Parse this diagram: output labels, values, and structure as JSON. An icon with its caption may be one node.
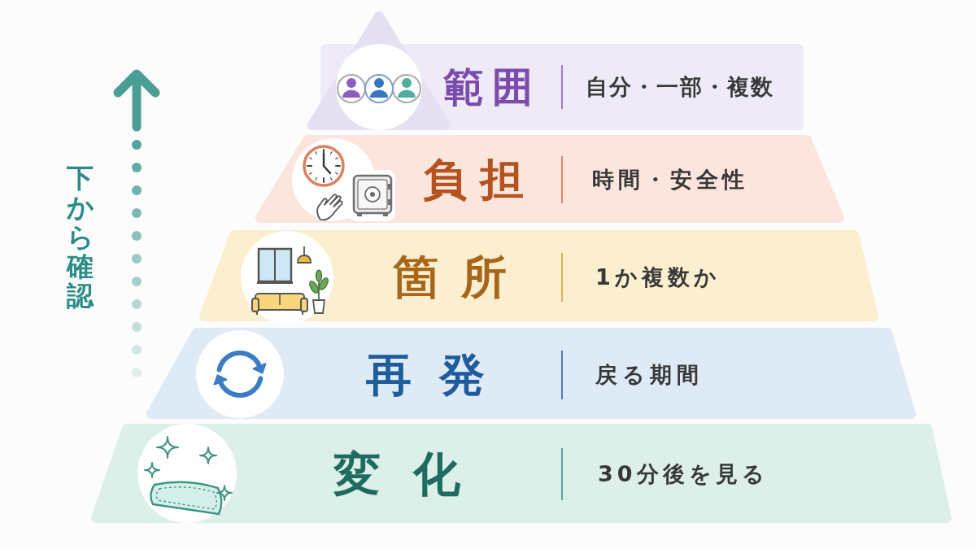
{
  "diagram": {
    "nodes": [
      {
        "text": [
          "範囲",
          "自分・一部・複数"
        ]
      },
      {
        "text": [
          "負担",
          "時間・安全性"
        ]
      },
      {
        "text": [
          "箇所",
          "1か複数か"
        ]
      },
      {
        "text": [
          "再発",
          "戻る期間"
        ]
      },
      {
        "text": [
          "変化",
          "30分後を見る"
        ]
      }
    ],
    "labels": [
      "下から確認"
    ]
  }
}
